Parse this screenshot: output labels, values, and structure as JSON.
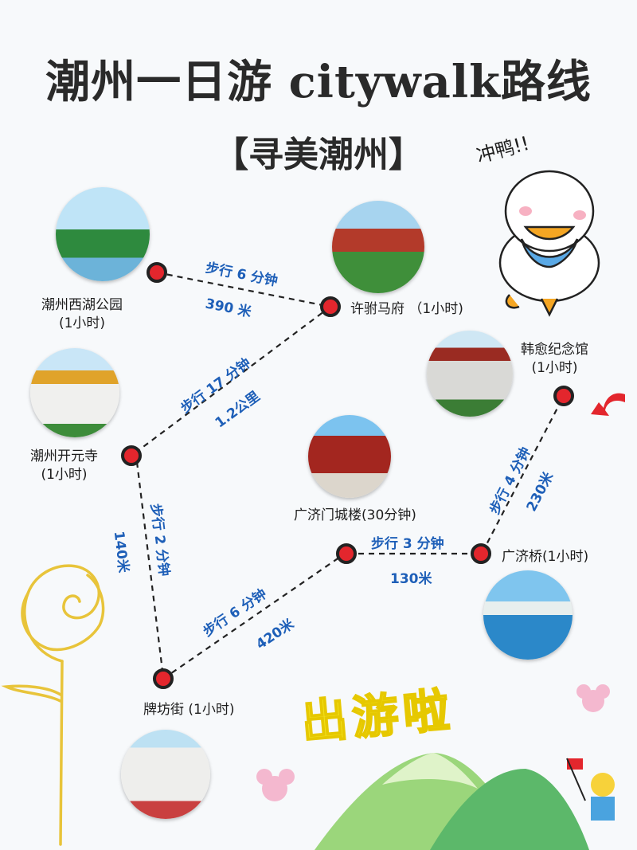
{
  "header": {
    "title": "潮州一日游 citywalk路线",
    "subtitle": "【寻美潮州】"
  },
  "stops": {
    "xihu": {
      "name": "潮州西湖公园",
      "time": "(1小时)"
    },
    "xufu": {
      "label": "许驸马府 （1小时)"
    },
    "kaiyuan": {
      "name": "潮州开元寺",
      "time": "(1小时)"
    },
    "hanyu": {
      "name": "韩愈纪念馆",
      "time": "(1小时)"
    },
    "guangjimen": {
      "label": "广济门城楼(30分钟)"
    },
    "guangjiqiao": {
      "label": "广济桥(1小时)"
    },
    "paifang": {
      "label": "牌坊街 (1小时)"
    }
  },
  "legs": {
    "xihu_xufu": {
      "walk": "步行 6 分钟",
      "dist": "390 米"
    },
    "xufu_kaiyuan": {
      "walk": "步行 17 分钟",
      "dist": "1.2公里"
    },
    "kaiyuan_paifang": {
      "walk": "步行 2 分钟",
      "dist": "140米"
    },
    "paifang_gjm": {
      "walk": "步行 6 分钟",
      "dist": "420米"
    },
    "gjm_gjq": {
      "walk": "步行 3 分钟",
      "dist": "130米"
    },
    "gjq_hanyu": {
      "walk": "步行 4 分钟",
      "dist": "230米"
    }
  },
  "decor": {
    "duck_text": "冲鸭!!",
    "cta": "出游啦"
  },
  "colors": {
    "node": "#e3262d",
    "route_text": "#1e5fb8",
    "arrow": "#e3262d"
  }
}
